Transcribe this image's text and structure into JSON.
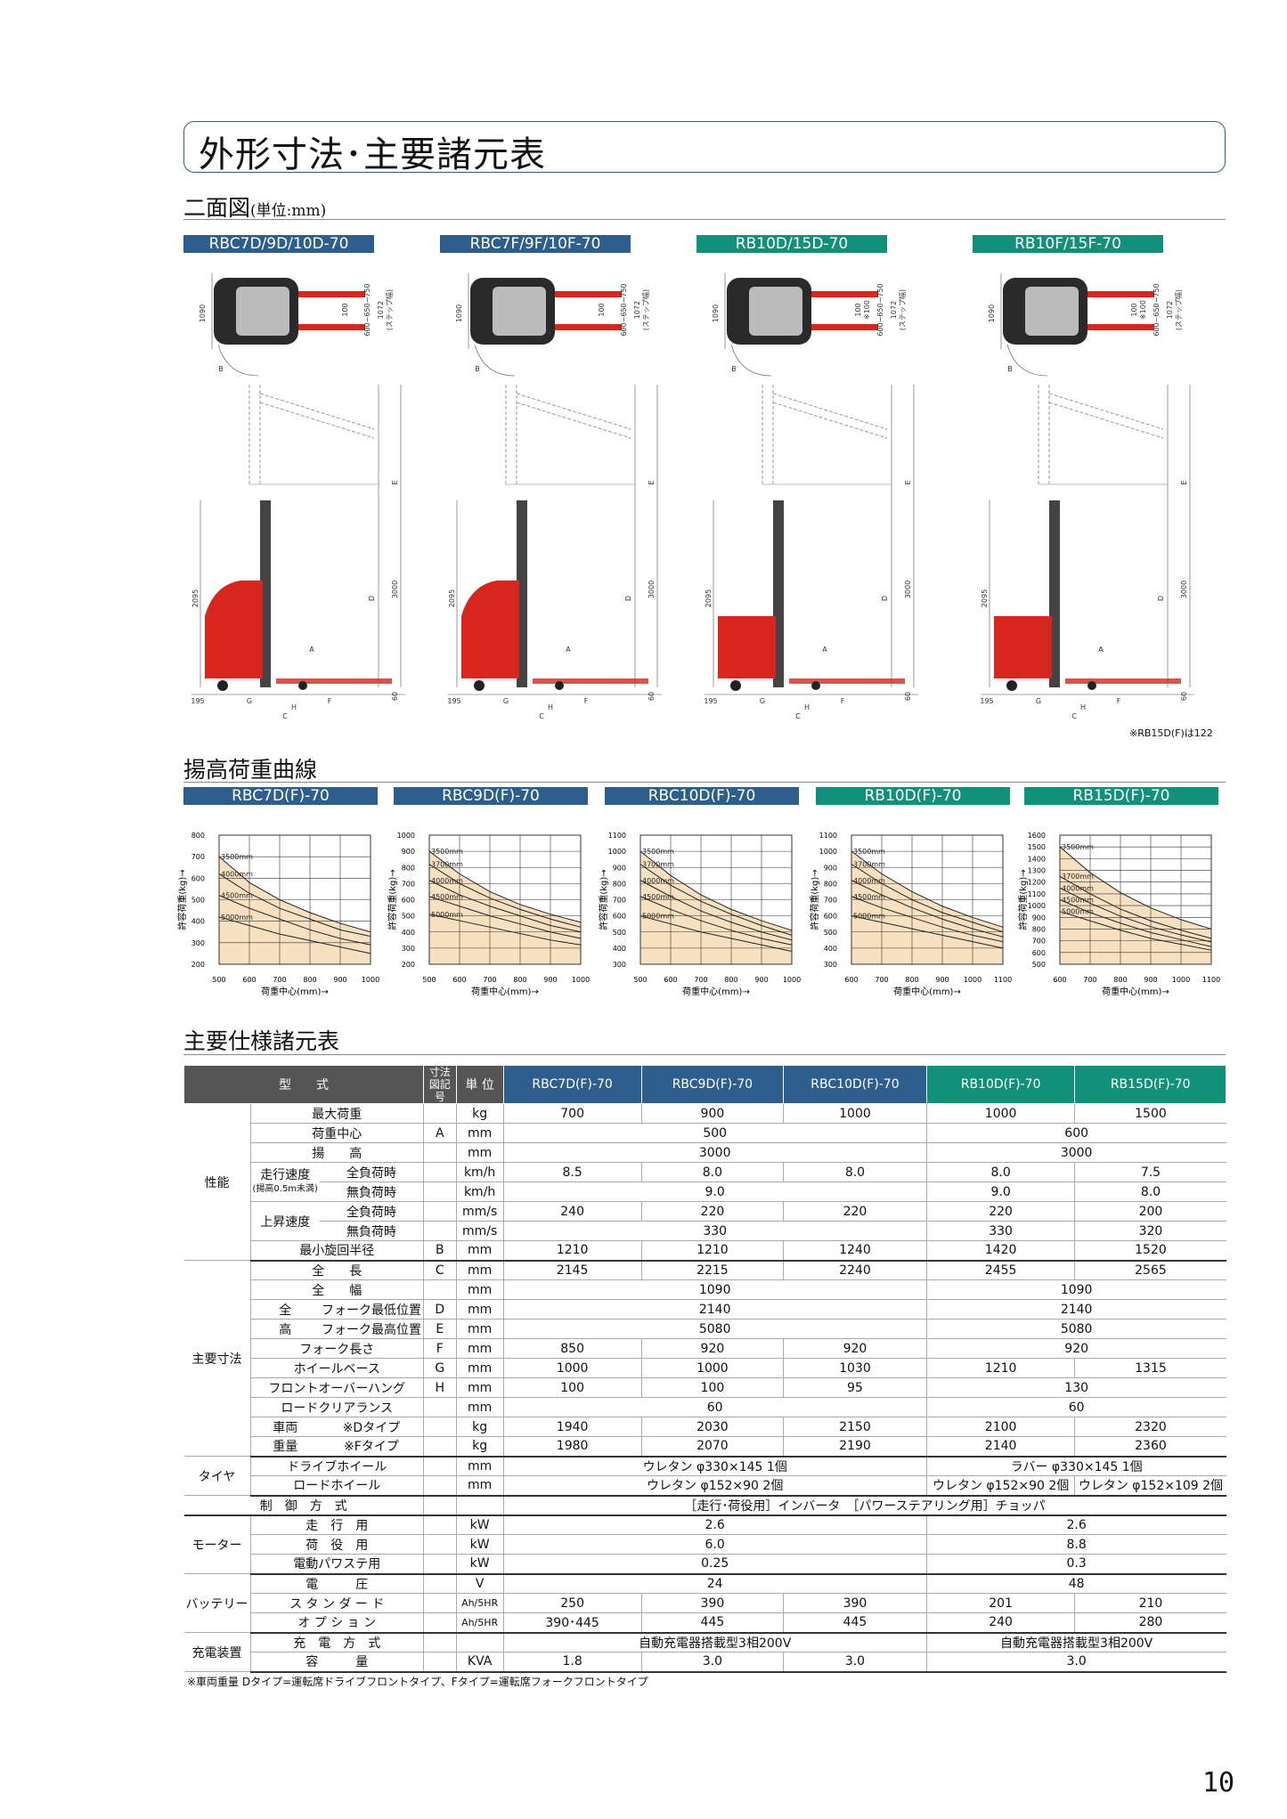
{
  "page": {
    "title": "外形寸法･主要諸元表",
    "section1": "二面図",
    "section1_unit": "(単位:mm)",
    "section2": "揚高荷重曲線",
    "section3": "主要仕様諸元表",
    "page_number": "10",
    "footnote": "※車両重量 Dタイプ=運転席ドライブフロントタイプ、Fタイプ=運転席フォークフロントタイプ",
    "drawing_note": "※RB15D(F)は122"
  },
  "colors": {
    "blue": "#2e5f8c",
    "green": "#12907a",
    "red": "#d7261e",
    "chart_fill": "#f8e1c0"
  },
  "drawings": [
    {
      "label": "RBC7D/9D/10D-70",
      "color": "blue",
      "type": "rbc"
    },
    {
      "label": "RBC7F/9F/10F-70",
      "color": "blue",
      "type": "rbc"
    },
    {
      "label": "RB10D/15D-70",
      "color": "green",
      "type": "rb"
    },
    {
      "label": "RB10F/15F-70",
      "color": "green",
      "type": "rb"
    }
  ],
  "drawing_dims": {
    "w1090": "1090",
    "w100": "100",
    "r600": "600~650~750",
    "w1072": "1072",
    "step": "(ステップ幅)",
    "s100": "※100",
    "h2095": "2095",
    "h3000": "3000",
    "D": "D",
    "E": "E",
    "A": "A",
    "B": "B",
    "d195": "195",
    "G": "G",
    "H": "H",
    "F": "F",
    "C": "C",
    "d60": "60"
  },
  "chart_axis": {
    "ylabel": "許容荷重(kg)→",
    "xlabel": "荷重中心(mm)→"
  },
  "chart_data": [
    {
      "type": "line",
      "title": "RBC7D(F)-70",
      "color": "blue",
      "x": [
        500,
        600,
        700,
        800,
        900,
        1000
      ],
      "xticks": [
        "500",
        "600",
        "700",
        "800",
        "900",
        "1000"
      ],
      "ylim": [
        200,
        800
      ],
      "yticks": [
        "200",
        "300",
        "400",
        "500",
        "600",
        "700",
        "800"
      ],
      "series": [
        {
          "name": "3500mm",
          "values": [
            700,
            580,
            500,
            440,
            390,
            350
          ]
        },
        {
          "name": "4000mm",
          "values": [
            620,
            530,
            460,
            410,
            360,
            330
          ]
        },
        {
          "name": "4500mm",
          "values": [
            520,
            460,
            410,
            360,
            320,
            290
          ]
        },
        {
          "name": "5000mm",
          "values": [
            420,
            380,
            340,
            310,
            280,
            250
          ]
        }
      ]
    },
    {
      "type": "line",
      "title": "RBC9D(F)-70",
      "color": "blue",
      "x": [
        500,
        600,
        700,
        800,
        900,
        1000
      ],
      "xticks": [
        "500",
        "600",
        "700",
        "800",
        "900",
        "1000"
      ],
      "ylim": [
        200,
        1000
      ],
      "yticks": [
        "200",
        "300",
        "400",
        "500",
        "600",
        "700",
        "800",
        "900",
        "1000"
      ],
      "series": [
        {
          "name": "3500mm",
          "values": [
            900,
            760,
            650,
            570,
            510,
            460
          ]
        },
        {
          "name": "3700mm",
          "values": [
            820,
            700,
            610,
            540,
            480,
            430
          ]
        },
        {
          "name": "4000mm",
          "values": [
            720,
            630,
            560,
            500,
            440,
            400
          ]
        },
        {
          "name": "4500mm",
          "values": [
            620,
            560,
            500,
            450,
            400,
            360
          ]
        },
        {
          "name": "5000mm",
          "values": [
            510,
            470,
            430,
            390,
            350,
            320
          ]
        }
      ]
    },
    {
      "type": "line",
      "title": "RBC10D(F)-70",
      "color": "blue",
      "x": [
        500,
        600,
        700,
        800,
        900,
        1000
      ],
      "xticks": [
        "500",
        "600",
        "700",
        "800",
        "900",
        "1000"
      ],
      "ylim": [
        300,
        1100
      ],
      "yticks": [
        "300",
        "400",
        "500",
        "600",
        "700",
        "800",
        "900",
        "1000",
        "1100"
      ],
      "series": [
        {
          "name": "3500mm",
          "values": [
            1000,
            850,
            730,
            640,
            570,
            510
          ]
        },
        {
          "name": "3700mm",
          "values": [
            920,
            790,
            690,
            610,
            540,
            480
          ]
        },
        {
          "name": "4000mm",
          "values": [
            820,
            720,
            630,
            560,
            500,
            450
          ]
        },
        {
          "name": "4500mm",
          "values": [
            720,
            640,
            570,
            510,
            460,
            420
          ]
        },
        {
          "name": "5000mm",
          "values": [
            600,
            550,
            500,
            460,
            420,
            380
          ]
        }
      ]
    },
    {
      "type": "line",
      "title": "RB10D(F)-70",
      "color": "green",
      "x": [
        600,
        700,
        800,
        900,
        1000,
        1100
      ],
      "xticks": [
        "600",
        "700",
        "800",
        "900",
        "1000",
        "1100"
      ],
      "ylim": [
        300,
        1100
      ],
      "yticks": [
        "300",
        "400",
        "500",
        "600",
        "700",
        "800",
        "900",
        "1000",
        "1100"
      ],
      "series": [
        {
          "name": "3500mm",
          "values": [
            1000,
            860,
            750,
            660,
            590,
            530
          ]
        },
        {
          "name": "3700mm",
          "values": [
            920,
            800,
            700,
            620,
            560,
            500
          ]
        },
        {
          "name": "4000mm",
          "values": [
            820,
            730,
            650,
            580,
            520,
            470
          ]
        },
        {
          "name": "4500mm",
          "values": [
            720,
            650,
            590,
            530,
            480,
            440
          ]
        },
        {
          "name": "5000mm",
          "values": [
            600,
            560,
            520,
            480,
            440,
            400
          ]
        }
      ]
    },
    {
      "type": "line",
      "title": "RB15D(F)-70",
      "color": "green",
      "x": [
        600,
        700,
        800,
        900,
        1000,
        1100
      ],
      "xticks": [
        "600",
        "700",
        "800",
        "900",
        "1000",
        "1100"
      ],
      "ylim": [
        500,
        1600
      ],
      "yticks": [
        "500",
        "600",
        "700",
        "800",
        "900",
        "1000",
        "1100",
        "1200",
        "1300",
        "1400",
        "1500",
        "1600"
      ],
      "series": [
        {
          "name": "3500mm",
          "values": [
            1500,
            1280,
            1110,
            980,
            880,
            800
          ]
        },
        {
          "name": "3700mm",
          "values": [
            1250,
            1100,
            970,
            870,
            790,
            720
          ]
        },
        {
          "name": "4000mm",
          "values": [
            1150,
            1020,
            910,
            820,
            750,
            690
          ]
        },
        {
          "name": "4500mm",
          "values": [
            1050,
            940,
            850,
            770,
            710,
            650
          ]
        },
        {
          "name": "5000mm",
          "values": [
            950,
            870,
            790,
            720,
            670,
            620
          ]
        }
      ]
    }
  ],
  "table": {
    "head": {
      "model": "型　　式",
      "code": "寸法図記号",
      "unit": "単 位",
      "m1": "RBC7D(F)-70",
      "m2": "RBC9D(F)-70",
      "m3": "RBC10D(F)-70",
      "m4": "RB10D(F)-70",
      "m5": "RB15D(F)-70"
    },
    "groups": {
      "perf": "性能",
      "dims": "主要寸法",
      "tire": "タイヤ",
      "motor": "モーター",
      "battery": "バッテリー",
      "charger": "充電装置"
    },
    "labels": {
      "max_load": "最大荷重",
      "load_center": "荷重中心",
      "lift": "揚　　高",
      "travel_speed": "走行速度",
      "travel_note": "(揚高0.5m未満)",
      "full_load": "全負荷時",
      "no_load": "無負荷時",
      "lift_speed": "上昇速度",
      "turn_radius": "最小旋回半径",
      "length": "全　　長",
      "width": "全　　幅",
      "zen": "全",
      "taka": "高",
      "fork_low": "フォーク最低位置",
      "fork_high": "フォーク最高位置",
      "fork_len": "フォーク長さ",
      "wheelbase": "ホイールベース",
      "front_oh": "フロントオーバーハング",
      "clearance": "ロードクリアランス",
      "weight1": "車両",
      "weight2": "重量",
      "dtype": "※Dタイプ",
      "ftype": "※Fタイプ",
      "drive_wheel": "ドライブホイール",
      "load_wheel": "ロードホイール",
      "control": "制　御　方　式",
      "m_travel": "走　行　用",
      "m_lift": "荷　役　用",
      "m_ps": "電動パワステ用",
      "voltage": "電　　　圧",
      "standard": "ス タ ン ダ ー ド",
      "option": "オ プ シ ョ ン",
      "charge_method": "充　電　方　式",
      "capacity": "容　　　量"
    },
    "codes": {
      "A": "A",
      "B": "B",
      "C": "C",
      "D": "D",
      "E": "E",
      "F": "F",
      "G": "G",
      "H": "H"
    },
    "units": {
      "kg": "kg",
      "mm": "mm",
      "kmh": "km/h",
      "mms": "mm/s",
      "kw": "kW",
      "v": "V",
      "ah": "Ah/5HR",
      "kva": "KVA"
    },
    "values": {
      "max_load": [
        "700",
        "900",
        "1000",
        "1000",
        "1500"
      ],
      "load_center_a": "500",
      "load_center_b": "600",
      "lift_a": "3000",
      "lift_b": "3000",
      "ts_full": [
        "8.5",
        "8.0",
        "8.0",
        "8.0",
        "7.5"
      ],
      "ts_none_a": "9.0",
      "ts_none_b": "9.0",
      "ts_none_c": "8.0",
      "ls_full": [
        "240",
        "220",
        "220",
        "220",
        "200"
      ],
      "ls_none_a": "330",
      "ls_none_b": "330",
      "ls_none_c": "320",
      "turn": [
        "1210",
        "1210",
        "1240",
        "1420",
        "1520"
      ],
      "length": [
        "2145",
        "2215",
        "2240",
        "2455",
        "2565"
      ],
      "width_a": "1090",
      "width_b": "1090",
      "fork_low_a": "2140",
      "fork_low_b": "2140",
      "fork_high_a": "5080",
      "fork_high_b": "5080",
      "fork_len1": "850",
      "fork_len2": "920",
      "fork_len3": "920",
      "fork_len45": "920",
      "wb1": "1000",
      "wb2": "1000",
      "wb3": "1030",
      "wb4": "1210",
      "wb5": "1315",
      "oh1": "100",
      "oh2": "100",
      "oh3": "95",
      "oh45": "130",
      "clear_a": "60",
      "clear_b": "60",
      "wd": [
        "1940",
        "2030",
        "2150",
        "2100",
        "2320"
      ],
      "wf": [
        "1980",
        "2070",
        "2190",
        "2140",
        "2360"
      ],
      "drive_a": "ウレタン φ330×145 1個",
      "drive_b": "ラバー φ330×145 1個",
      "load_a": "ウレタン φ152×90 2個",
      "load_b": "ウレタン φ152×90 2個",
      "load_c": "ウレタン φ152×109 2個",
      "control": "［走行･荷役用］インバータ　［パワーステアリング用］チョッパ",
      "m_travel_a": "2.6",
      "m_travel_b": "2.6",
      "m_lift_a": "6.0",
      "m_lift_b": "8.8",
      "m_ps_a": "0.25",
      "m_ps_b": "0.3",
      "volt_a": "24",
      "volt_b": "48",
      "std": [
        "250",
        "390",
        "390",
        "201",
        "210"
      ],
      "opt": [
        "390･445",
        "445",
        "445",
        "240",
        "280"
      ],
      "charger_a": "自動充電器搭載型3相200V",
      "charger_b": "自動充電器搭載型3相200V",
      "cap1": "1.8",
      "cap23": "3.0",
      "cap3": "3.0",
      "cap45": "3.0"
    }
  }
}
